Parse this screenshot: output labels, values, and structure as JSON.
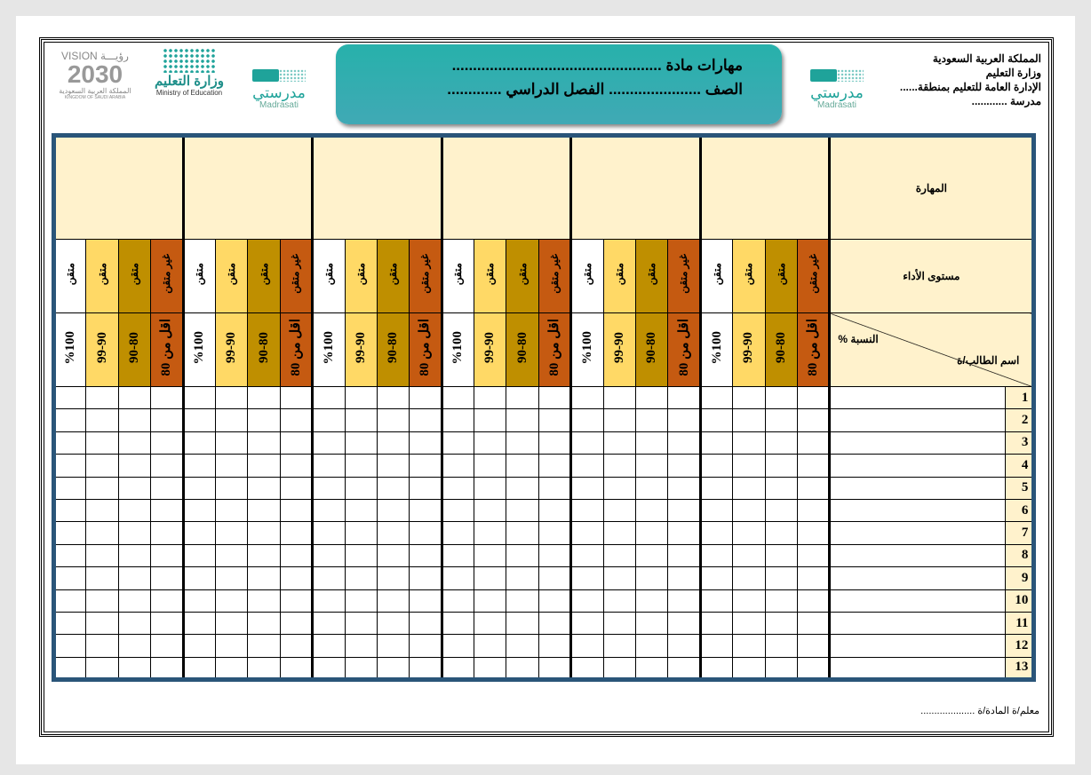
{
  "header": {
    "right_lines": [
      "المملكة العربية السعودية",
      "وزارة التعليم",
      "الإدارة العامة للتعليم بمنطقة......",
      "مدرسة ............"
    ],
    "title_line1": "مهارات مادة ..................................................",
    "title_line2": "الصف ...................... الفصل الدراسي .............",
    "logos": {
      "madrasati_ar": "مدرستي",
      "madrasati_en": "Madrasati",
      "ministry_ar": "وزارة التعليم",
      "ministry_en": "Ministry of Education",
      "vision_top": "VISION رؤيـــة",
      "vision_year": "2030",
      "vision_ar": "المملكة العربية السعودية",
      "vision_en": "KINGDOM OF SAUDI ARABIA"
    }
  },
  "table": {
    "skill_label": "المهارة",
    "performance_label": "مستوى الأداء",
    "percent_label": "النسبة %",
    "student_label": "اسم الطالب/ة",
    "skill_groups": 6,
    "levels": [
      {
        "label": "غير متقن",
        "range": "اقل من 80",
        "color": "#c55a11"
      },
      {
        "label": "متقن",
        "range": "90-80",
        "color": "#bf8f00"
      },
      {
        "label": "متقن",
        "range": "99-90",
        "color": "#ffd966"
      },
      {
        "label": "متقن",
        "range": "%100",
        "color": "#ffffff"
      }
    ],
    "rows": [
      "1",
      "2",
      "3",
      "4",
      "5",
      "6",
      "7",
      "8",
      "9",
      "10",
      "11",
      "12",
      "13"
    ],
    "header_fill": "#fff2cc",
    "border_color": "#2a5579"
  },
  "footer": {
    "teacher": "معلم/ة المادة/ة ...................."
  }
}
